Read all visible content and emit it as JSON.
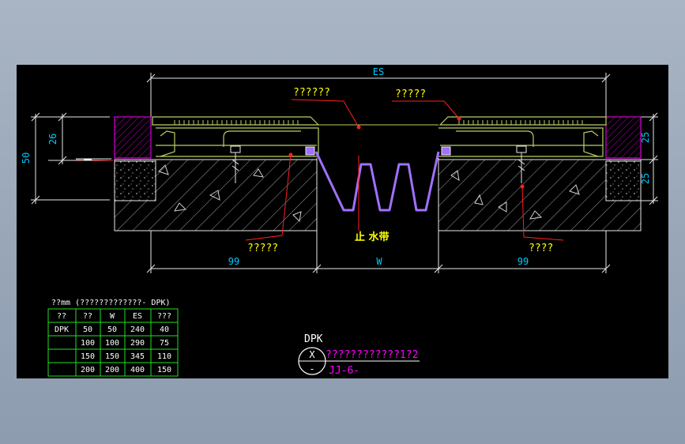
{
  "drawing": {
    "dim_es": "ES",
    "dim_w": "W",
    "dim_left": "99",
    "dim_right": "99",
    "dim_50": "50",
    "dim_26": "26",
    "dim_25_top": "25",
    "dim_25_bottom": "25",
    "label_top_left": "??????",
    "label_top_right": "?????",
    "label_bottom_left": "?????",
    "label_bottom_right": "????",
    "waterstop_label": "止 水带"
  },
  "table": {
    "title": "??mm (?????????????- DPK)",
    "headers": [
      "??",
      "??",
      "W",
      "ES",
      "???"
    ],
    "rows": [
      [
        "DPK",
        "50",
        "50",
        "240",
        "40"
      ],
      [
        "",
        "100",
        "100",
        "290",
        "75"
      ],
      [
        "",
        "150",
        "150",
        "345",
        "110"
      ],
      [
        "",
        "200",
        "200",
        "400",
        "150"
      ]
    ]
  },
  "title_block": {
    "model": "DPK",
    "symbol_top": "X",
    "symbol_bottom": "-",
    "title": "????????????1?2",
    "code": "JJ-6-"
  },
  "colors": {
    "dimension": "#e8e8e8",
    "dim_text": "#00c8ff",
    "magenta": "#ff00ff",
    "yellow": "#ffff00",
    "leader_red": "#ff2020",
    "profile_green": "#b8d060",
    "waterstop": "#a070ff",
    "table_green": "#20e020"
  }
}
